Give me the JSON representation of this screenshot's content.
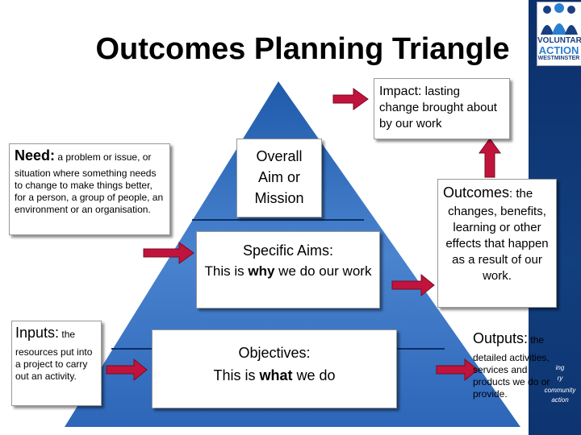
{
  "title": "Outcomes Planning Triangle",
  "logo": {
    "line1": "VOLUNTARY",
    "line2": "ACTION",
    "line3": "WESTMINSTER",
    "tag1": "ing",
    "tag2": "ry",
    "tag3": "community",
    "tag4": "action"
  },
  "impact": {
    "head": "Impact:",
    "body1": " lasting",
    "body2": "change brought about by our work"
  },
  "need": {
    "head": "Need:",
    "body1": " a problem or issue, or",
    "body2": "situation where something needs to change to make things better, for a person, a group of people, an environment or an organisation."
  },
  "overall": {
    "line1": "Overall",
    "line2a": "Aim",
    "line2b": " or",
    "line3": "Mission"
  },
  "outcomes": {
    "head": "Outcomes",
    "body1": ": the",
    "body2": "changes, benefits, learning or other effects that happen as a result of our work."
  },
  "aims": {
    "head": "Specific Aims:",
    "pre": "This is ",
    "strong": "why",
    "post": " we do our work"
  },
  "inputs": {
    "head": "Inputs:",
    "body1": " the",
    "body2": "resources put into a project to carry out an activity."
  },
  "outputs": {
    "head": "Outputs:",
    "body1": " the",
    "body2": "detailed activities, services and products we do or provide."
  },
  "objectives": {
    "head": "Objectives:",
    "pre": "This is ",
    "strong": "what",
    "post": " we do"
  },
  "colors": {
    "triangle": "#2e6bbf",
    "arrow": "#c0143c",
    "strip": "#0b2f6a"
  }
}
